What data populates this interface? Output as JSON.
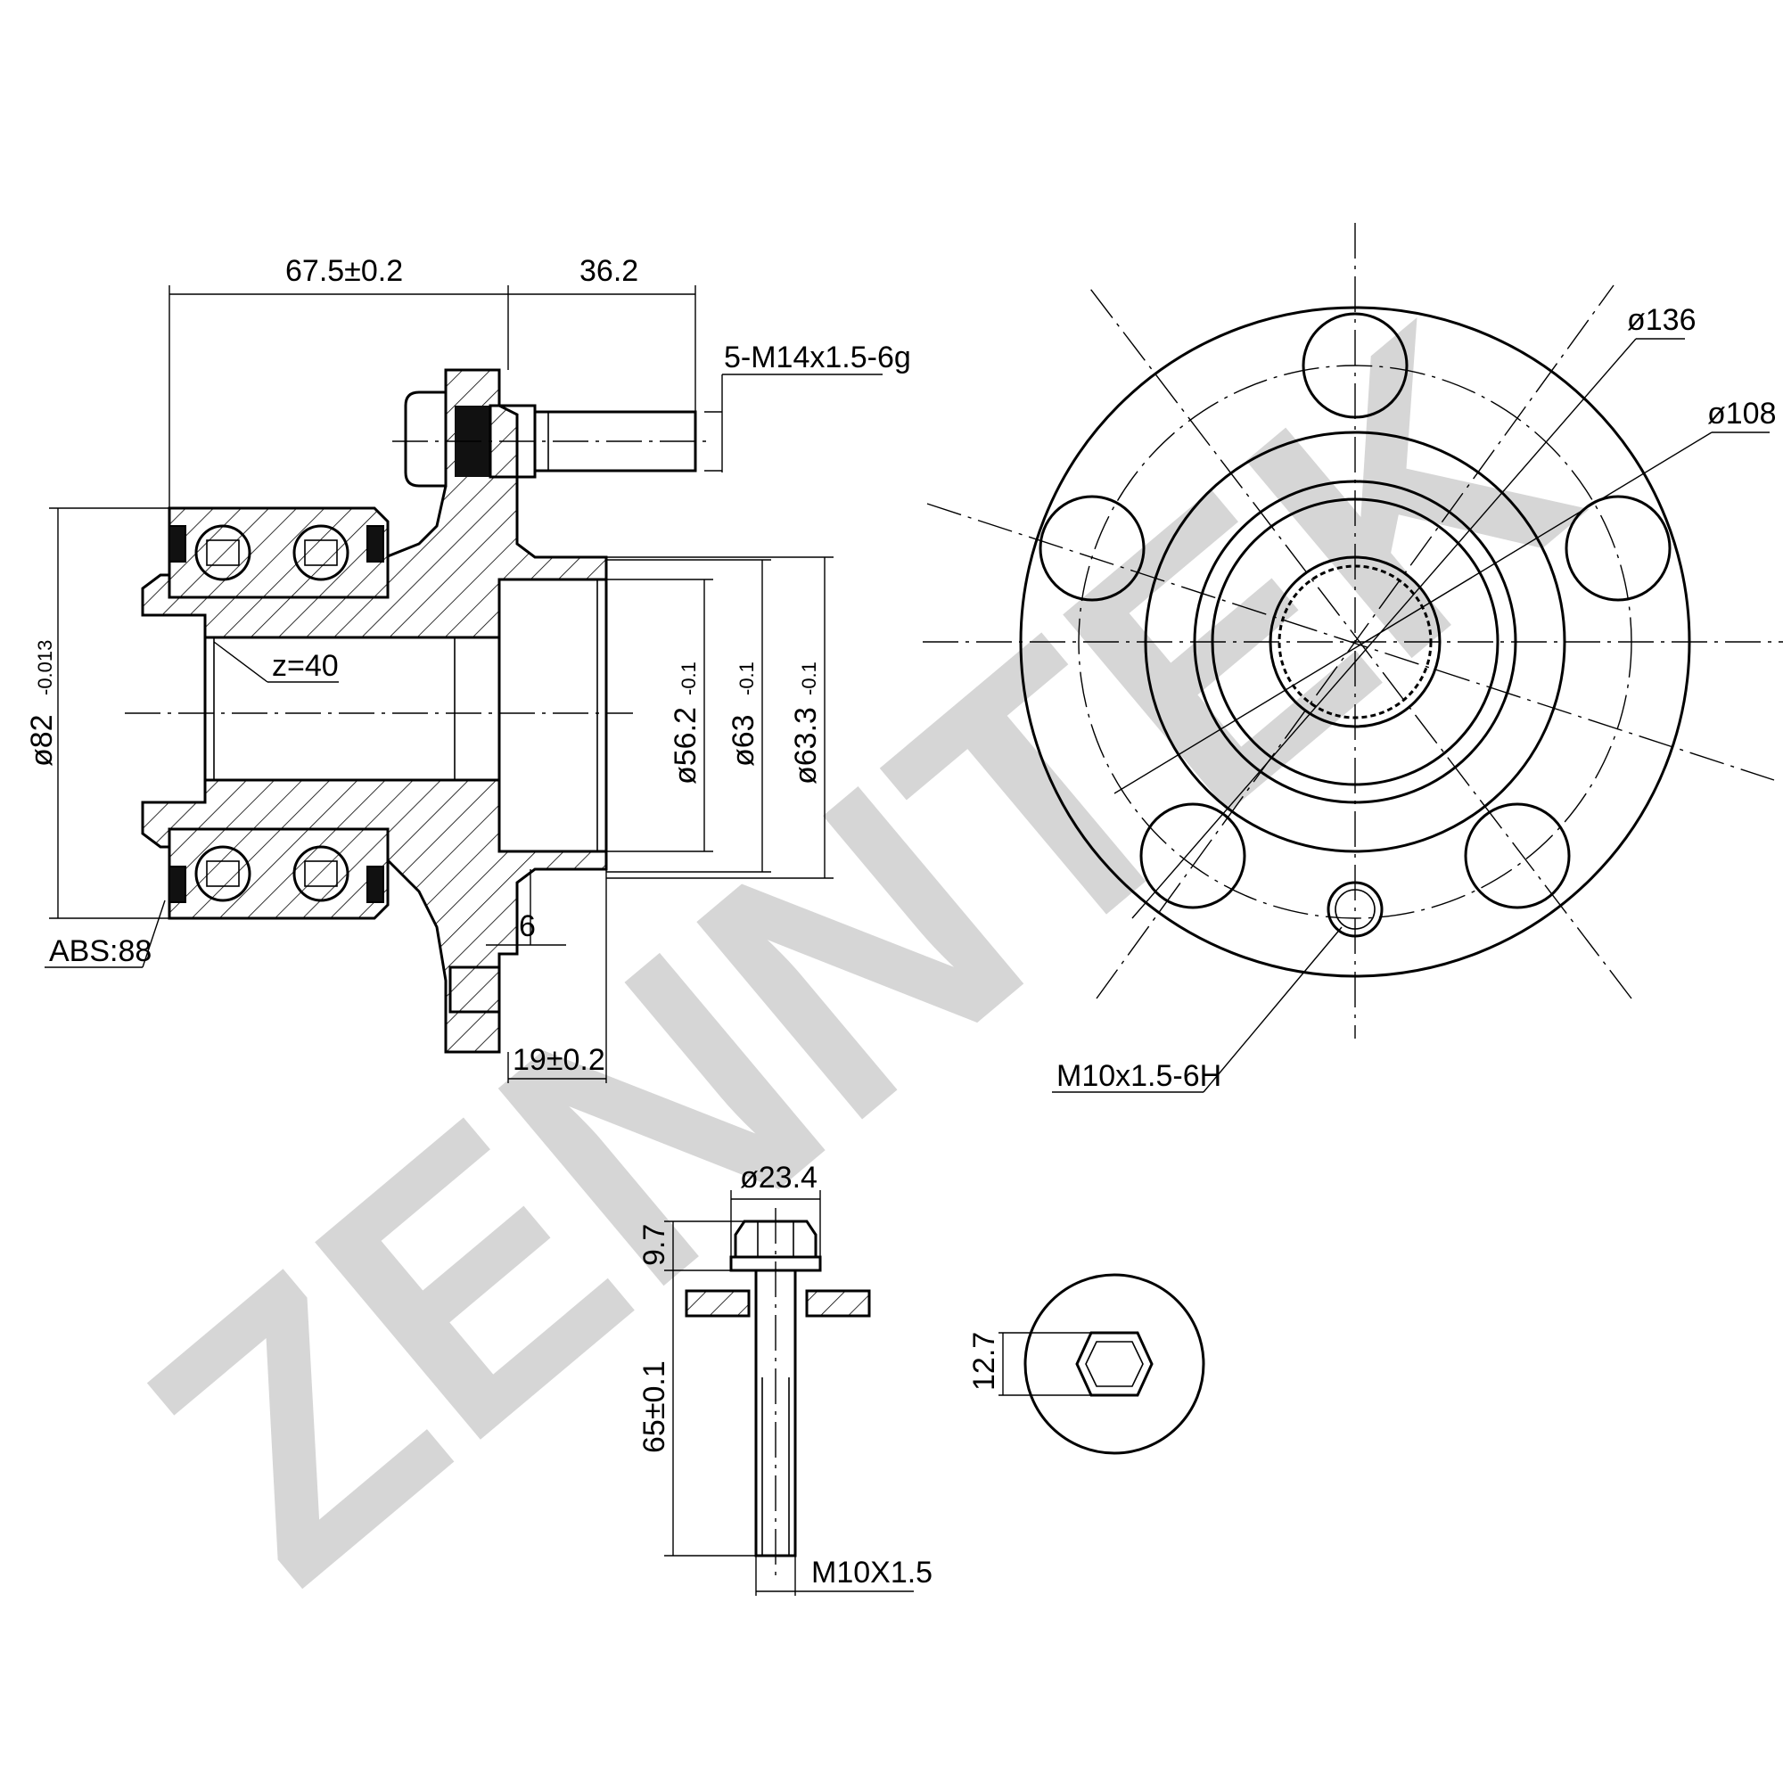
{
  "watermark": "ZENNTEK",
  "dimensions": {
    "flange_offset": "67.5±0.2",
    "stud_protrusion": "36.2",
    "studs": "5-M14x1.5-6g",
    "spline_teeth": "z=40",
    "outer_dia": "ø82",
    "outer_dia_tol": "-0.013",
    "pilot_dia_1": "ø56.2",
    "pilot_dia_1_tol": "-0.1",
    "pilot_dia_2": "ø63",
    "pilot_dia_2_tol": "-0.1",
    "pilot_dia_3": "ø63.3",
    "pilot_dia_3_tol": "-0.1",
    "abs_ring": "ABS:88",
    "flange_thickness": "6",
    "hub_length": "19±0.2",
    "bolt_circle_dia": "ø136",
    "hub_circle_dia": "ø108",
    "screw_hole_thread": "M10x1.5-6H"
  },
  "bolt": {
    "head_dia": "ø23.4",
    "head_height": "9.7",
    "length": "65±0.1",
    "thread": "M10X1.5",
    "hex_size": "12.7"
  }
}
